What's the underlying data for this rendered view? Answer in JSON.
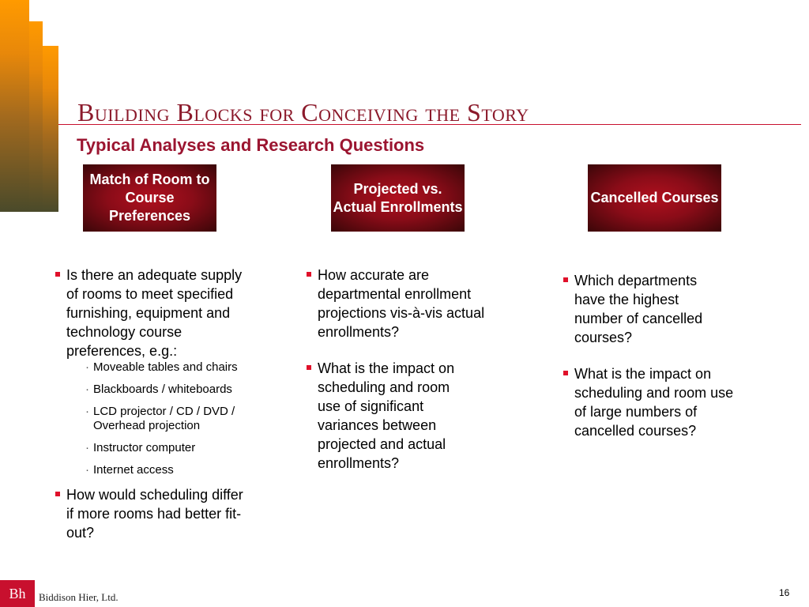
{
  "slide": {
    "title": "Building Blocks for Conceiving the Story",
    "subtitle": "Typical Analyses and Research Questions",
    "page_number": "16"
  },
  "colors": {
    "accent": "#9b1530",
    "box_red": "#8a0c18",
    "bar_orange": "#ff9a00"
  },
  "columns": [
    {
      "header": "Match of Room to Course Preferences",
      "bullet1": "Is there an adequate supply of rooms to meet specified furnishing, equipment and technology course preferences, e.g.:",
      "subs": [
        "Moveable tables and chairs",
        "Blackboards / whiteboards",
        "LCD projector / CD / DVD / Overhead projection",
        "Instructor computer",
        "Internet access"
      ],
      "bullet2": "How would scheduling differ if more rooms had better fit-out?"
    },
    {
      "header": "Projected vs. Actual Enrollments",
      "bullet1": "How accurate are departmental enrollment projections vis-à-vis actual enrollments?",
      "bullet2": "What is the impact on scheduling and room use of significant variances between projected and actual enrollments?"
    },
    {
      "header": "Cancelled Courses",
      "bullet1": "Which departments have the highest number of cancelled courses?",
      "bullet2": "What is the impact on scheduling and room use of large numbers of cancelled courses?"
    }
  ],
  "footer": {
    "logo_text": "Bh",
    "company": "Biddison Hier, Ltd."
  }
}
